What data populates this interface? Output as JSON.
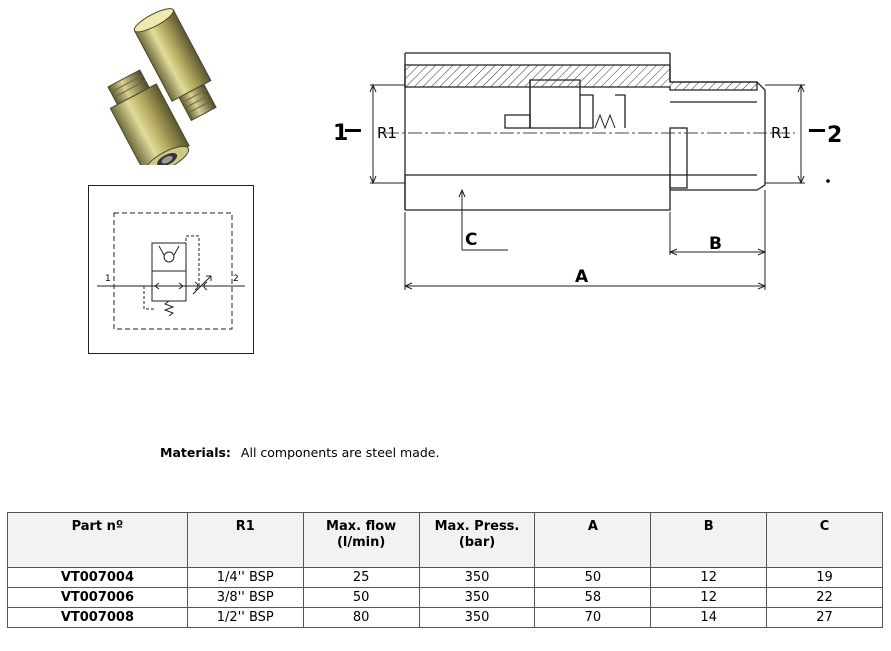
{
  "drawing": {
    "port_in": "1",
    "port_out": "2",
    "thread_left": "R1",
    "thread_right": "R1",
    "dim_a": "A",
    "dim_b": "B",
    "dim_c": "C"
  },
  "symbol": {
    "port_in": "1",
    "port_out": "2"
  },
  "materials": {
    "label": "Materials:",
    "text": "All components are steel made."
  },
  "table": {
    "headers": [
      "Part nº",
      "R1",
      "Max. flow\n(l/min)",
      "Max. Press.\n(bar)",
      "A",
      "B",
      "C"
    ],
    "rows": [
      [
        "VT007004",
        "1/4'' BSP",
        "25",
        "350",
        "50",
        "12",
        "19"
      ],
      [
        "VT007006",
        "3/8'' BSP",
        "50",
        "350",
        "58",
        "12",
        "22"
      ],
      [
        "VT007008",
        "1/2'' BSP",
        "80",
        "350",
        "70",
        "14",
        "27"
      ]
    ]
  }
}
